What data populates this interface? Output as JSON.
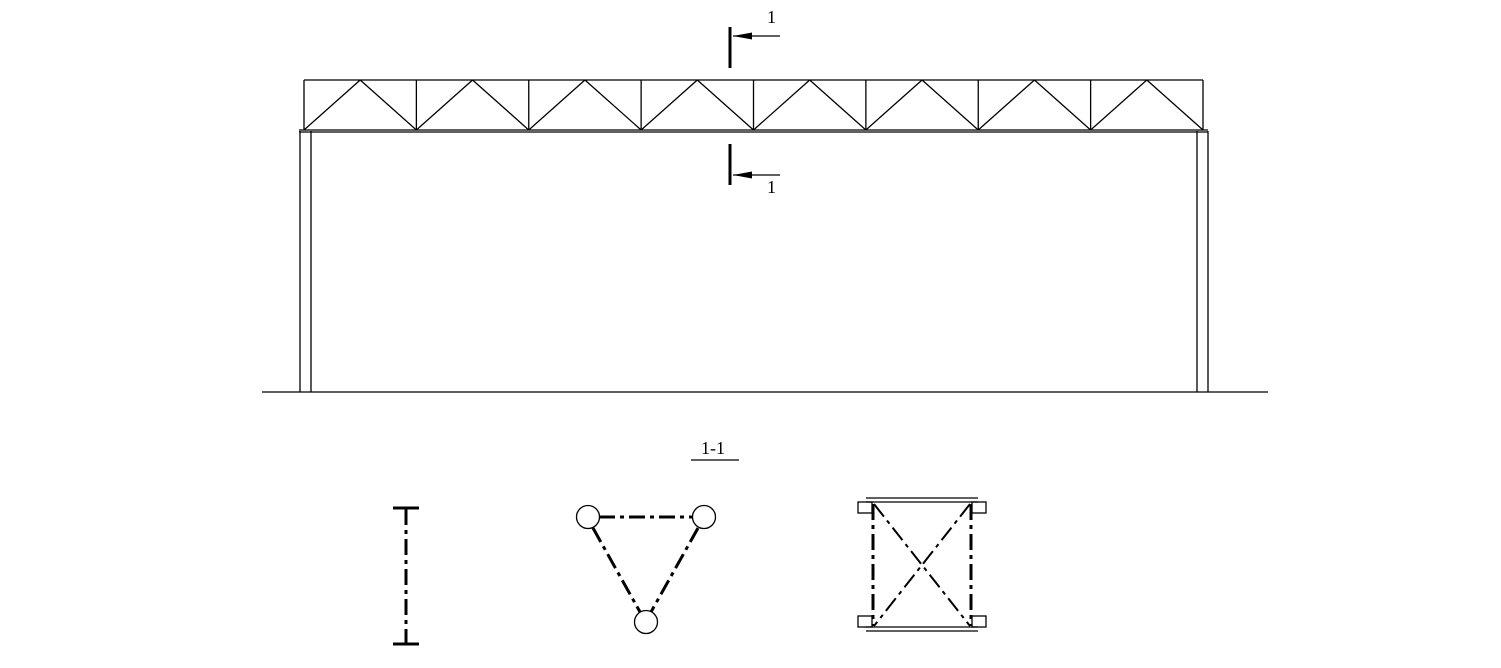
{
  "elevation": {
    "section_mark_top_label": "1",
    "section_mark_bottom_label": "1"
  },
  "sections": {
    "title": "1-1",
    "items": [
      {
        "shape": "i-beam"
      },
      {
        "shape": "triangular-tubular"
      },
      {
        "shape": "rectangular-four-chord"
      }
    ]
  }
}
